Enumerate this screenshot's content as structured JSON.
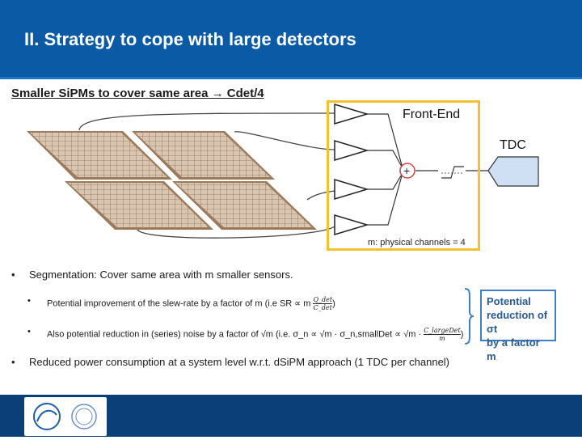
{
  "title": "II. Strategy to cope with large detectors",
  "subtitle": "Smaller SiPMs to cover same area → Cdet/4",
  "diagram": {
    "front_end_label": "Front-End",
    "tdc_label": "TDC",
    "sum_symbol": "+",
    "channels_note": "m: physical channels = 4",
    "colors": {
      "box_border": "#f2c230",
      "sensor_frame": "#9a7a5a",
      "sensor_cell": "#cdb8a0"
    }
  },
  "bullets": {
    "b1_text": "Segmentation: Cover same area with m smaller sensors.",
    "b2_text": "Potential improvement of the slew-rate by a factor of m (i.e SR ∝ m",
    "b2_frac_num": "Q_det",
    "b2_frac_den": "C_det",
    "b3_text": "Also potential reduction in (series) noise by a factor of √m (i.e. σ_n ∝ √m · σ_n,smallDet ∝ √m ·",
    "b3_frac_num": "C_largeDet",
    "b3_frac_den": "m",
    "b4_text": "Reduced power consumption at a system level w.r.t. dSiPM approach (1 TDC per channel)"
  },
  "callout": {
    "line1": "Potential",
    "line2": "reduction of σt",
    "line3": "by a factor m"
  },
  "colors": {
    "header": "#0b5aa6",
    "footer": "#0b3f78",
    "callout": "#3f7fc7"
  }
}
